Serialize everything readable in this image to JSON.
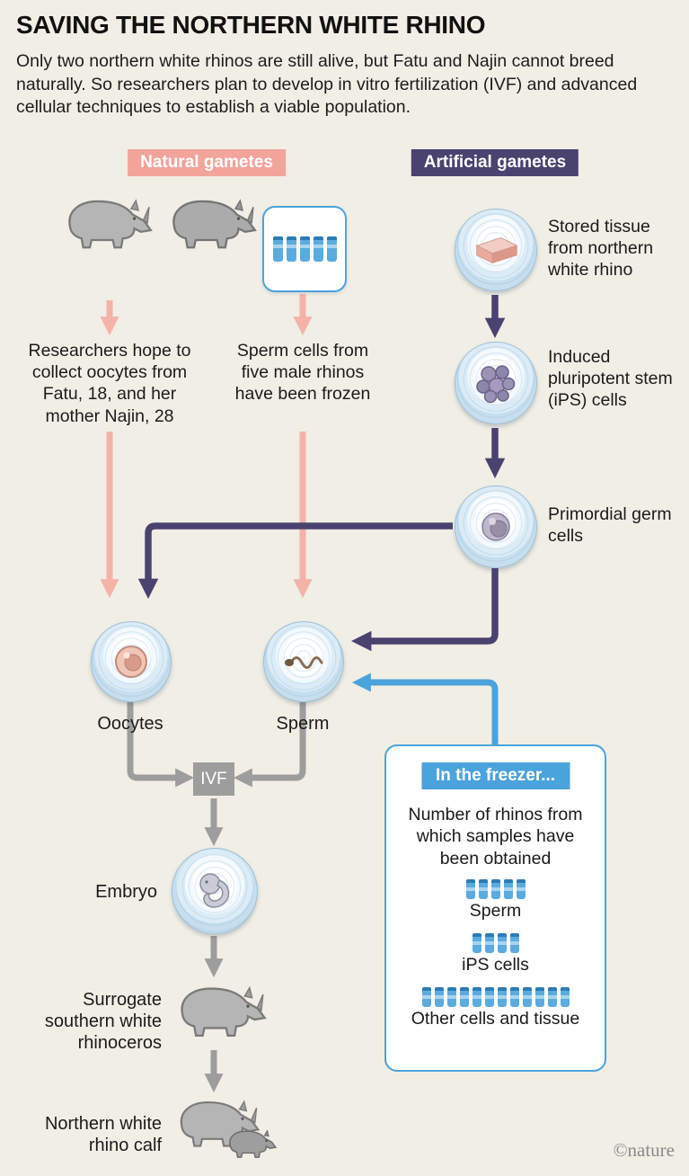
{
  "header": {
    "title": "SAVING THE NORTHERN WHITE RHINO",
    "intro": "Only two northern white rhinos are still alive, but Fatu and Najin cannot breed naturally. So researchers plan to develop in vitro fertilization (IVF) and advanced cellular techniques to establish a viable population."
  },
  "columns": {
    "natural_label": "Natural gametes",
    "artificial_label": "Artificial gametes"
  },
  "natural": {
    "oocyte_text": "Researchers hope to collect oocytes from Fatu, 18, and her mother Najin, 28",
    "sperm_text": "Sperm cells from five male rhinos have been frozen",
    "frozen_vials": 5
  },
  "artificial": {
    "stored_tissue_label": "Stored tissue from northern white rhino",
    "ips_label": "Induced pluripotent stem (iPS) cells",
    "pgc_label": "Primordial germ cells"
  },
  "process": {
    "oocytes_label": "Oocytes",
    "sperm_label": "Sperm",
    "ivf_label": "IVF",
    "embryo_label": "Embryo",
    "surrogate_label": "Surrogate southern white rhinoceros",
    "calf_label": "Northern white rhino calf"
  },
  "freezer": {
    "title": "In the freezer...",
    "subtitle": "Number of rhinos from which samples have been obtained",
    "items": [
      {
        "label": "Sperm",
        "count": 5
      },
      {
        "label": "iPS cells",
        "count": 4
      },
      {
        "label": "Other cells and tissue",
        "count": 12
      }
    ]
  },
  "credit": "©nature",
  "colors": {
    "background": "#f0eee5",
    "natural_pink": "#f2a49b",
    "arrow_pink": "#f4b3a9",
    "artificial_purple": "#4a4370",
    "freezer_blue": "#4ba3dc",
    "process_gray": "#9d9d9d"
  }
}
